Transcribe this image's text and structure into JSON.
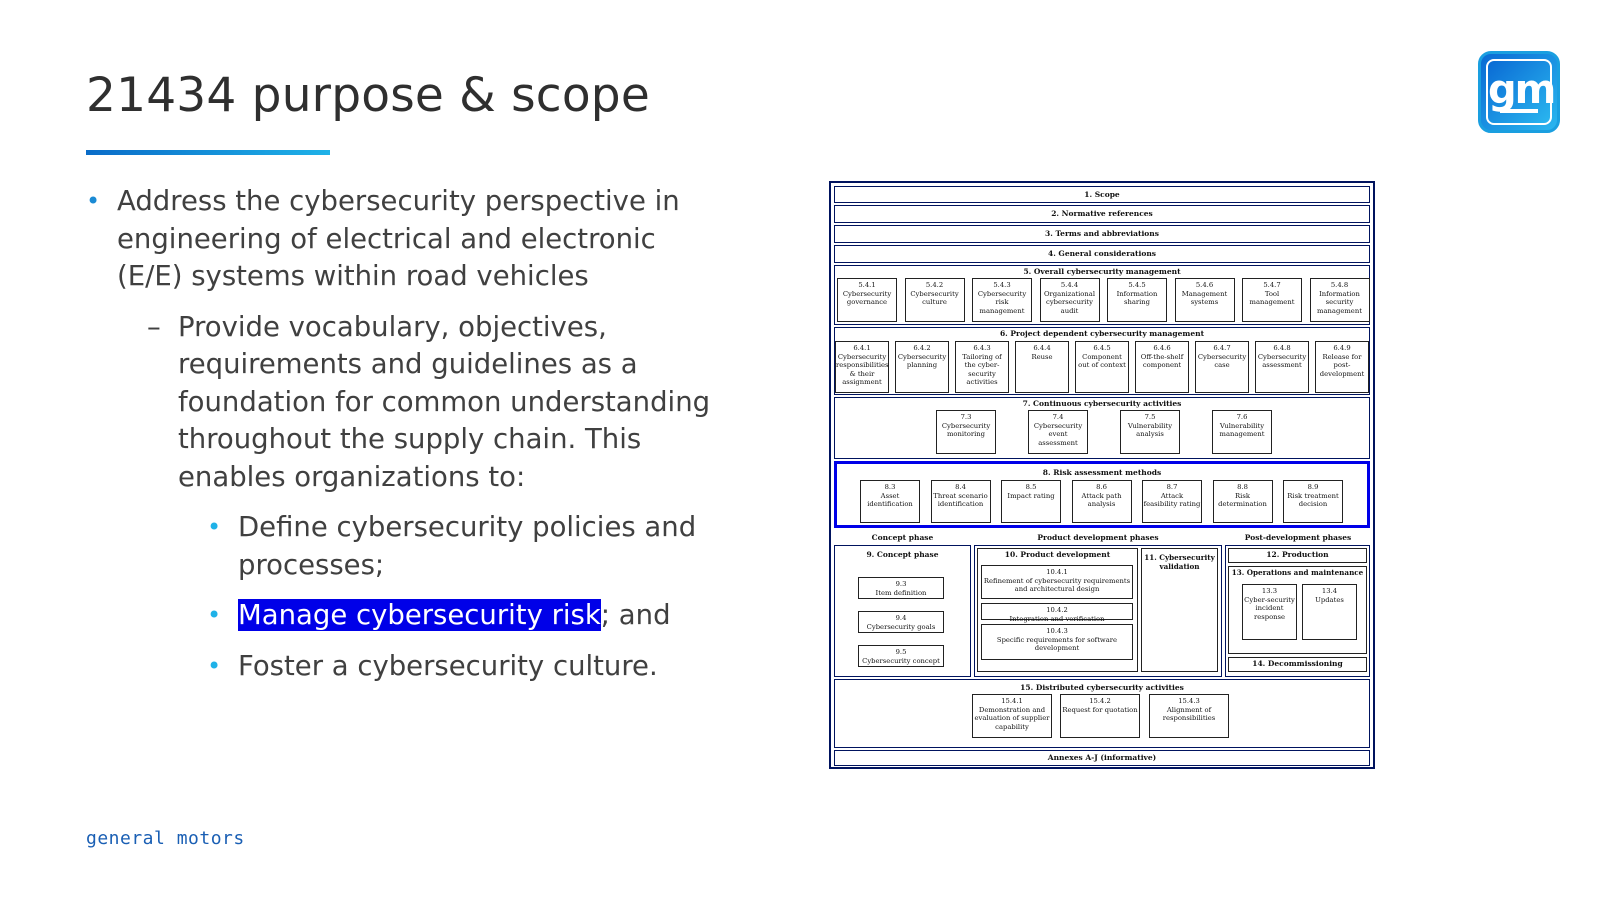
{
  "slide": {
    "title": "21434 purpose & scope",
    "footer": "general motors",
    "logo_text": "gm",
    "colors": {
      "accent": "#1a8ad4",
      "highlight": "#0000e8",
      "logo": "#1a9fe0"
    }
  },
  "bullets": {
    "l1": "Address the cybersecurity perspective in engineering of electrical and electronic (E/E) systems within road vehicles",
    "l2": "Provide vocabulary, objectives, requirements and guidelines as a foundation for common understanding throughout the supply chain. This enables organizations to:",
    "l3a": "Define cybersecurity policies and processes;",
    "l3b_hl": "Manage cybersecurity risk",
    "l3b_rest": "; and",
    "l3c": "Foster a cybersecurity culture."
  },
  "diagram": {
    "top_rows": [
      "1. Scope",
      "2. Normative references",
      "3. Terms and abbreviations",
      "4. General considerations"
    ],
    "s5": {
      "title": "5. Overall cybersecurity management",
      "items": [
        "5.4.1\nCybersecurity governance",
        "5.4.2\nCybersecurity culture",
        "5.4.3\nCybersecurity risk management",
        "5.4.4\nOrganizational cybersecurity audit",
        "5.4.5\nInformation sharing",
        "5.4.6\nManagement systems",
        "5.4.7\nTool management",
        "5.4.8\nInformation security management"
      ]
    },
    "s6": {
      "title": "6. Project dependent cybersecurity management",
      "items": [
        "6.4.1\nCybersecurity responsibilities & their assignment",
        "6.4.2\nCybersecurity planning",
        "6.4.3\nTailoring of the cyber-security activities",
        "6.4.4\nReuse",
        "6.4.5\nComponent out of context",
        "6.4.6\nOff-the-shelf component",
        "6.4.7\nCybersecurity case",
        "6.4.8\nCybersecurity assessment",
        "6.4.9\nRelease for post-development"
      ]
    },
    "s7": {
      "title": "7. Continuous cybersecurity activities",
      "items": [
        "7.3\nCybersecurity monitoring",
        "7.4\nCybersecurity event assessment",
        "7.5\nVulnerability analysis",
        "7.6\nVulnerability management"
      ]
    },
    "s8": {
      "title": "8. Risk assessment methods",
      "items": [
        "8.3\nAsset identification",
        "8.4\nThreat scenario identification",
        "8.5\nImpact rating",
        "8.6\nAttack path analysis",
        "8.7\nAttack feasibility rating",
        "8.8\nRisk determination",
        "8.9\nRisk treatment decision"
      ]
    },
    "phases": {
      "concept": "Concept phase",
      "product": "Product development phases",
      "post": "Post-development phases"
    },
    "s9": {
      "title": "9. Concept phase",
      "items": [
        "9.3\nItem definition",
        "9.4\nCybersecurity goals",
        "9.5\nCybersecurity concept"
      ]
    },
    "s10": {
      "title": "10. Product development",
      "items": [
        "10.4.1\nRefinement of cybersecurity requirements and architectural design",
        "10.4.2\nIntegration and verification",
        "10.4.3\nSpecific requirements for software development"
      ]
    },
    "s11": {
      "title": "11. Cybersecurity validation"
    },
    "s12": {
      "title": "12. Production"
    },
    "s13": {
      "title": "13. Operations and maintenance",
      "items": [
        "13.3\nCyber-security incident response",
        "13.4\nUpdates"
      ]
    },
    "s14": {
      "title": "14. Decommissioning"
    },
    "s15": {
      "title": "15. Distributed cybersecurity activities",
      "items": [
        "15.4.1\nDemonstration and evaluation of supplier capability",
        "15.4.2\nRequest for quotation",
        "15.4.3\nAlignment of responsibilities"
      ]
    },
    "annexes": "Annexes A-J (informative)"
  }
}
